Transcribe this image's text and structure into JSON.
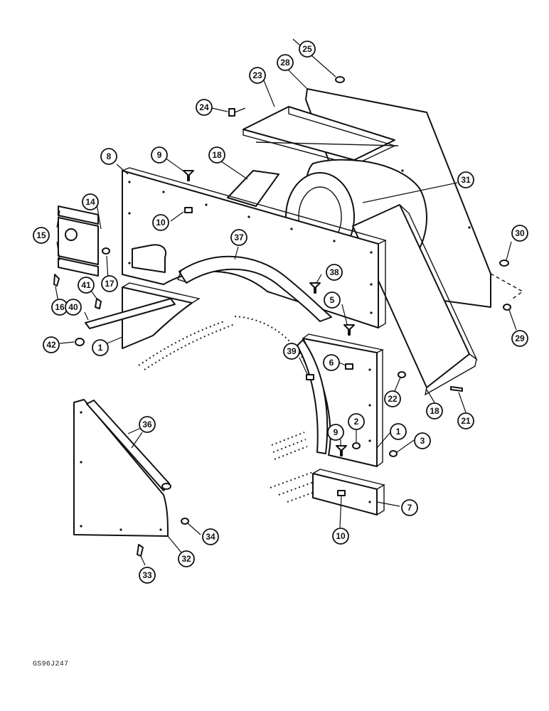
{
  "diagram": {
    "reference_code": "GS96J247",
    "callouts": [
      "1",
      "1",
      "2",
      "3",
      "5",
      "6",
      "7",
      "8",
      "9",
      "9",
      "10",
      "10",
      "14",
      "15",
      "16",
      "17",
      "18",
      "18",
      "21",
      "22",
      "23",
      "24",
      "25",
      "28",
      "29",
      "30",
      "31",
      "32",
      "33",
      "34",
      "36",
      "37",
      "38",
      "39",
      "40",
      "41",
      "42"
    ]
  }
}
